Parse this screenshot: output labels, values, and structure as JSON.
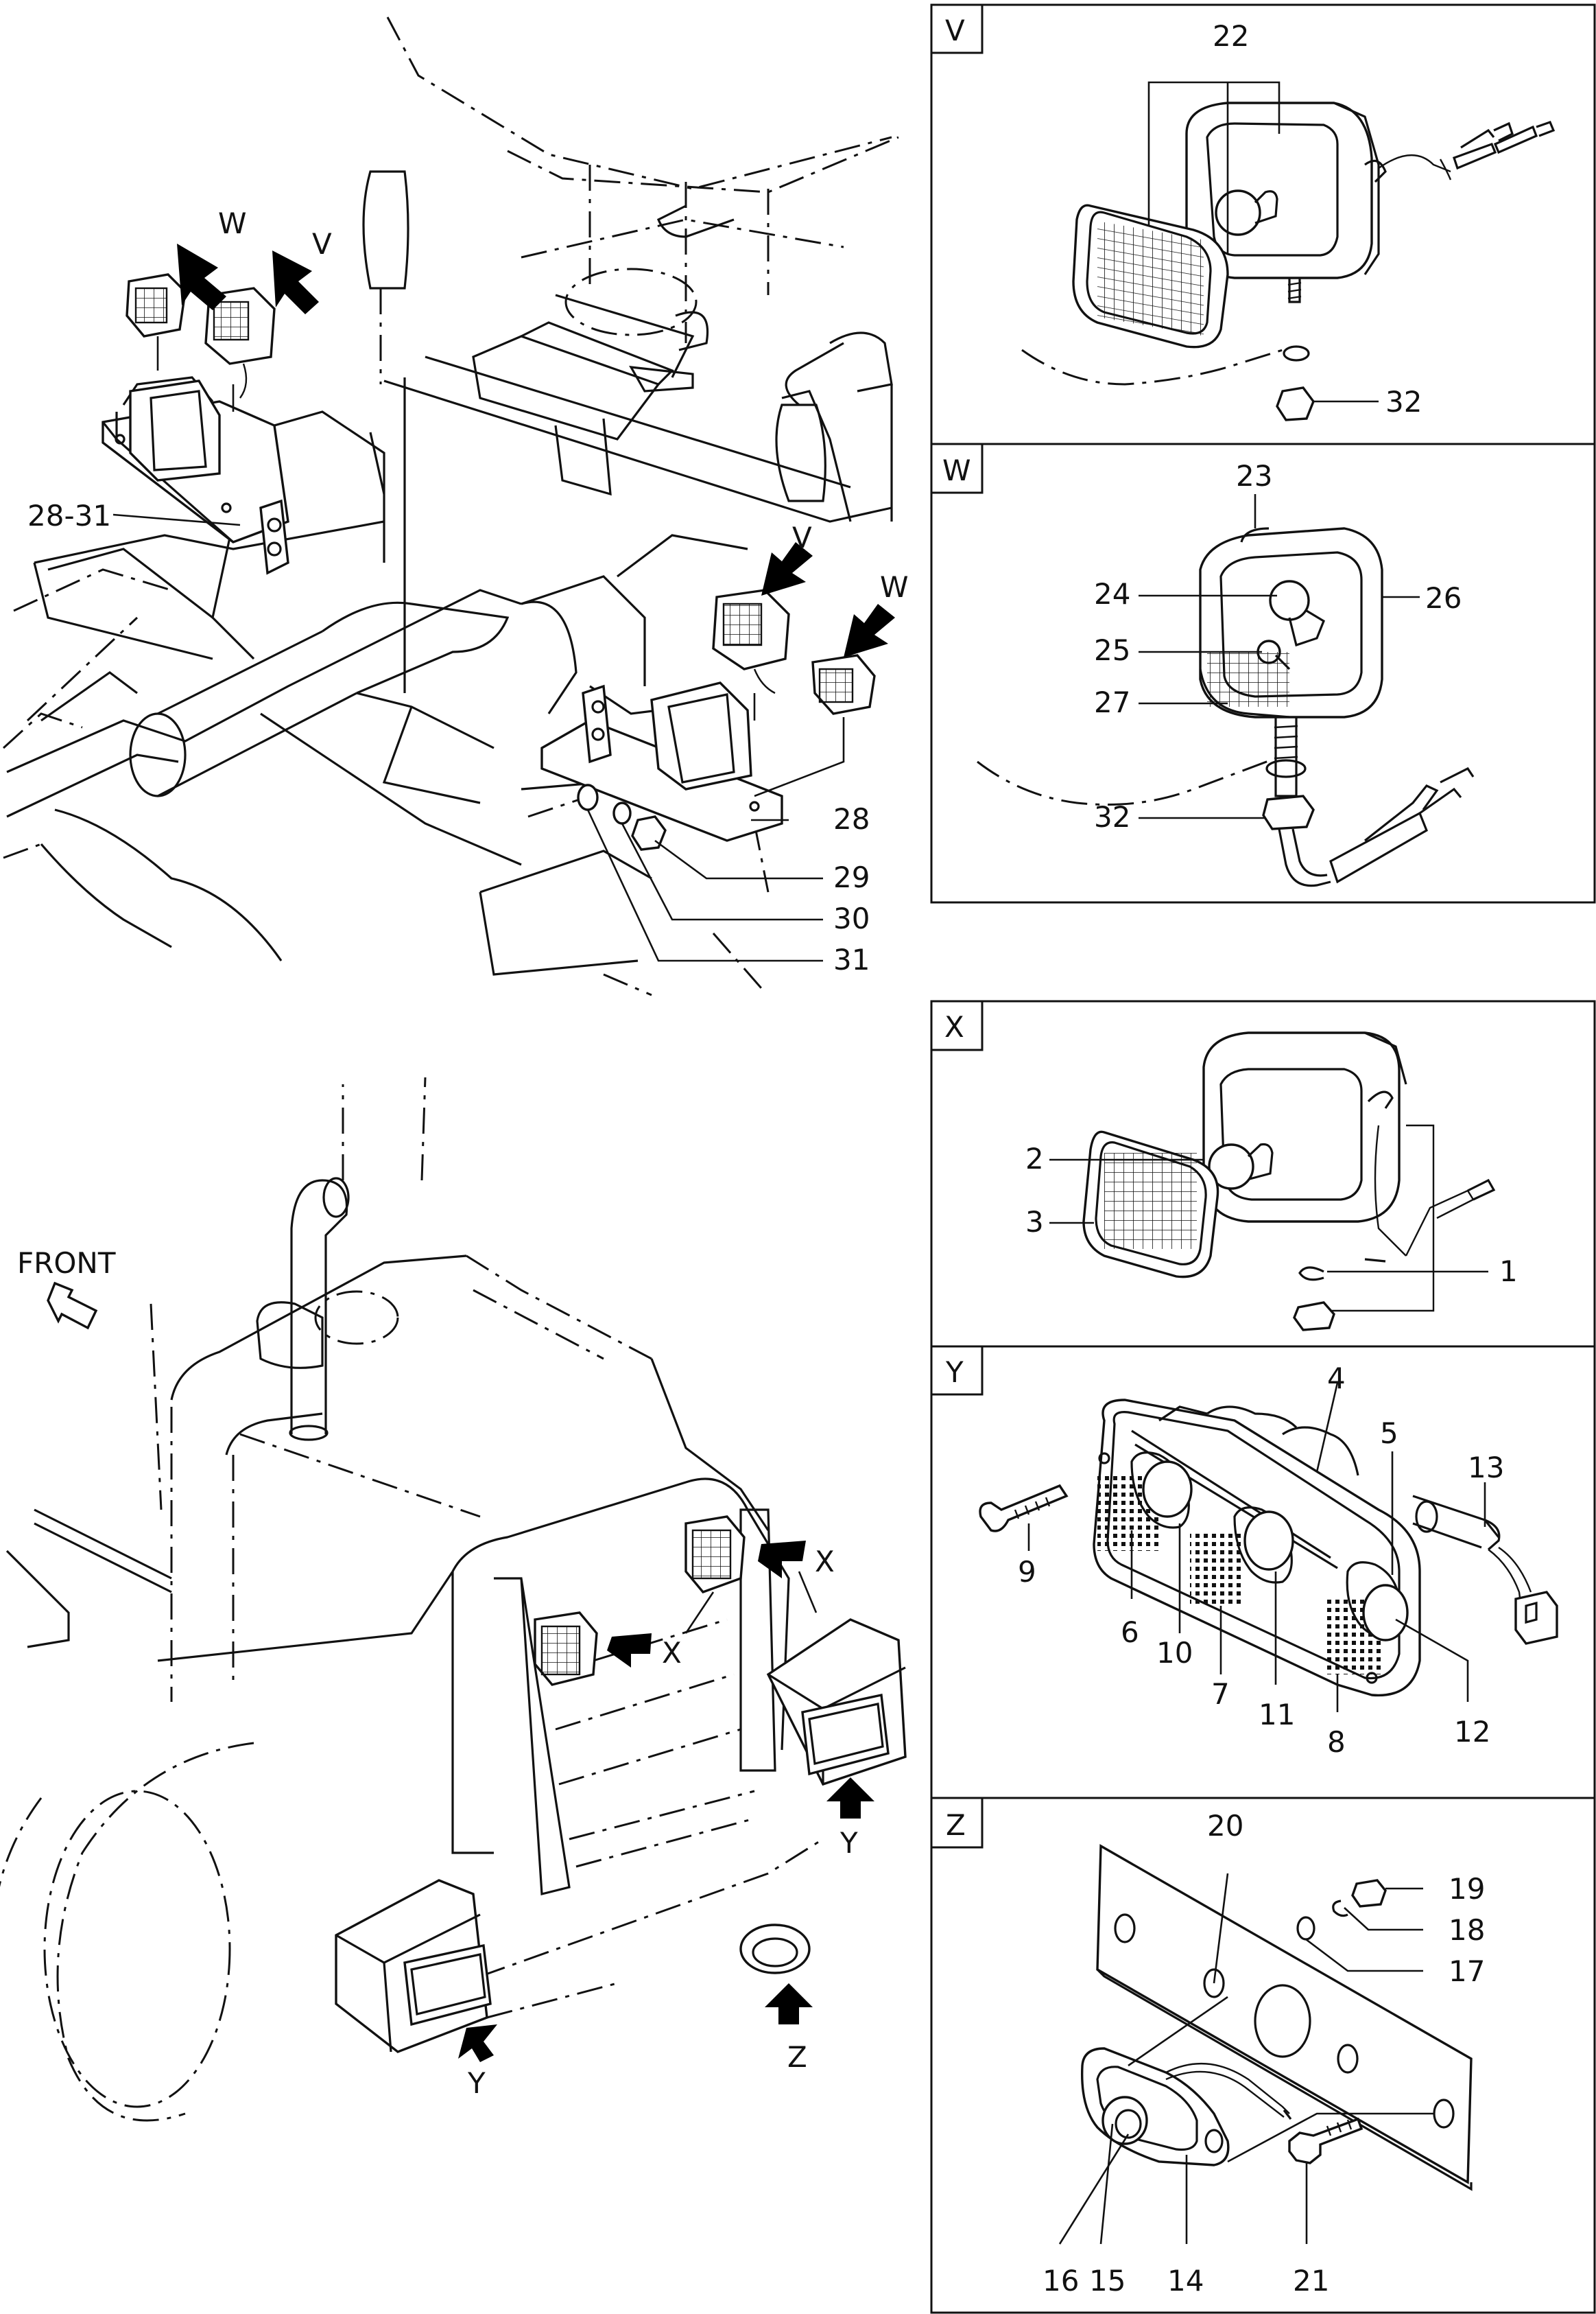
{
  "front_label": "FRONT",
  "callouts_main": [
    {
      "id": "c-28-31",
      "label": "28-31"
    },
    {
      "id": "c-28",
      "label": "28"
    },
    {
      "id": "c-29",
      "label": "29"
    },
    {
      "id": "c-30",
      "label": "30"
    },
    {
      "id": "c-31",
      "label": "31"
    }
  ],
  "view_arrows": [
    {
      "id": "a-w1",
      "label": "W"
    },
    {
      "id": "a-v1",
      "label": "V"
    },
    {
      "id": "a-v2",
      "label": "V"
    },
    {
      "id": "a-w2",
      "label": "W"
    },
    {
      "id": "a-x1",
      "label": "X"
    },
    {
      "id": "a-x2",
      "label": "X"
    },
    {
      "id": "a-y1",
      "label": "Y"
    },
    {
      "id": "a-y2",
      "label": "Y"
    },
    {
      "id": "a-z1",
      "label": "Z"
    }
  ],
  "panels": {
    "V": {
      "letter": "V",
      "callouts": [
        "22",
        "32"
      ]
    },
    "W": {
      "letter": "W",
      "callouts": [
        "23",
        "24",
        "25",
        "26",
        "27",
        "32"
      ]
    },
    "X": {
      "letter": "X",
      "callouts": [
        "2",
        "3",
        "1"
      ]
    },
    "Y": {
      "letter": "Y",
      "callouts": [
        "4",
        "5",
        "13",
        "9",
        "6",
        "10",
        "7",
        "11",
        "8",
        "12"
      ]
    },
    "Z": {
      "letter": "Z",
      "callouts": [
        "20",
        "19",
        "18",
        "17",
        "16",
        "15",
        "14",
        "21"
      ]
    }
  }
}
